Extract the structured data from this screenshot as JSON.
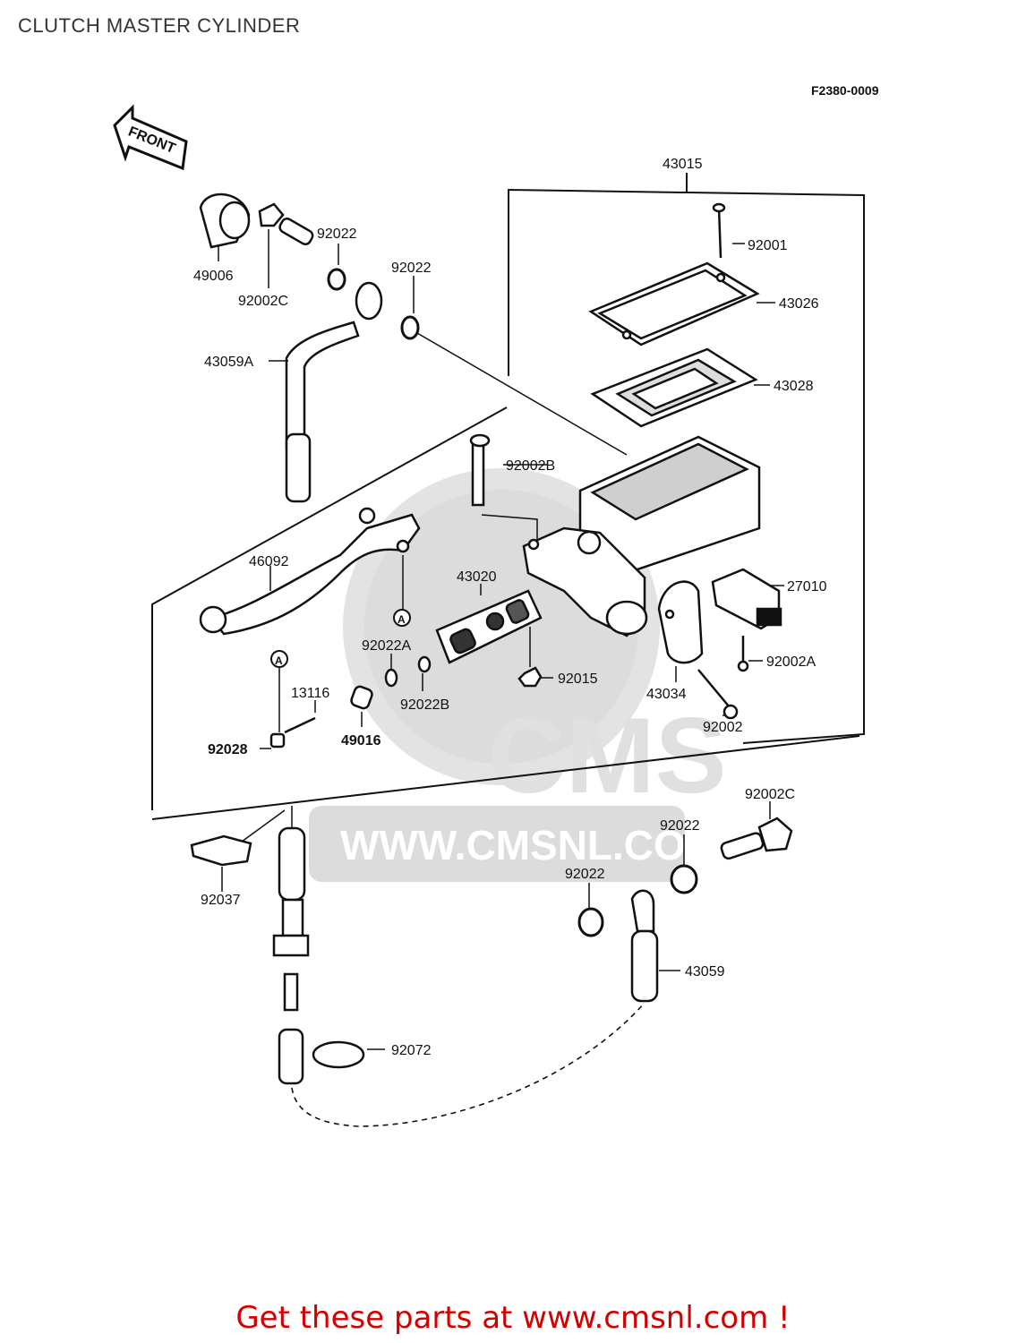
{
  "page": {
    "title": "CLUTCH MASTER CYLINDER",
    "figure_code": "F2380-0009",
    "front_tag": "FRONT",
    "watermark_brand": "CMS",
    "watermark_url": "WWW.CMSNL.COM",
    "footer_link": "Get these parts at www.cmsnl.com !"
  },
  "parts": {
    "p43015": "43015",
    "p92001": "92001",
    "p43026": "43026",
    "p43028": "43028",
    "p92002B": "92002B",
    "p27010": "27010",
    "p92002A": "92002A",
    "p43034": "43034",
    "p92002": "92002",
    "p92015": "92015",
    "p43020": "43020",
    "p46092": "46092",
    "p49006": "49006",
    "p92002C_top": "92002C",
    "p92022_a": "92022",
    "p92022_b": "92022",
    "p43059A": "43059A",
    "p92022A": "92022A",
    "p92022B": "92022B",
    "p13116": "13116",
    "p49016": "49016",
    "p92028": "92028",
    "p92037": "92037",
    "p92002C_bot": "92002C",
    "p92022_c": "92022",
    "p92022_d": "92022",
    "p43059": "43059",
    "p92072": "92072"
  },
  "callouts": {
    "a1": "A",
    "a2": "A"
  }
}
